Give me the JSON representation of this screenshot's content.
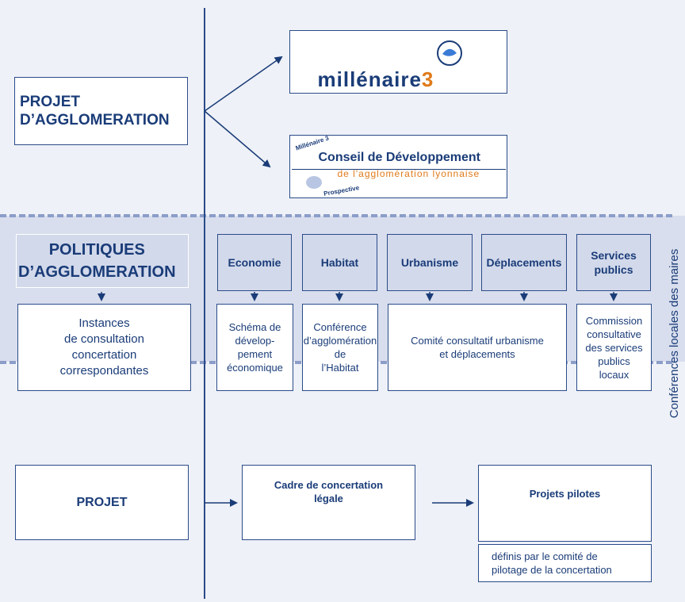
{
  "top": {
    "projet_agglo": "PROJET\nD’AGGLOMERATION",
    "logo1": {
      "prefix": "m",
      "text": "illénaire",
      "suffix": "3"
    },
    "logo2": {
      "title": "Conseil de Développement",
      "subtitle": "de l'agglomération lyonnaise",
      "arc_top": "Millénaire 3",
      "arc_bottom": "Prospective"
    }
  },
  "middle": {
    "politiques": "POLITIQUES\nD’AGGLOMERATION",
    "instances": "Instances\nde consultation\nconcertation\ncorrespondantes",
    "themes": [
      {
        "label": "Economie",
        "instance": "Schéma de\ndévelop-\npement\néconomique"
      },
      {
        "label": "Habitat",
        "instance": "Conférence\nd’agglomération de\nl’Habitat"
      },
      {
        "label": "Urbanisme",
        "instance": "Comité consultatif  urbanisme\net déplacements"
      },
      {
        "label": "Déplacements",
        "instance": ""
      },
      {
        "label": "Services\npublics",
        "instance": "Commission\nconsultative\ndes services\npublics\nlocaux"
      }
    ],
    "vertical_label": "Conférences locales  des maires"
  },
  "bottom": {
    "projet": "PROJET",
    "cadre": "Cadre de concertation\nlégale",
    "pilotes": "Projets pilotes",
    "pilotes_detail": "définis par le comité de\npilotage de la concertation"
  },
  "colors": {
    "navy": "#1a3c78",
    "line": "#2b4b8a",
    "band": "#d8deed",
    "light": "#eef1f7",
    "accent": "#e07a1a"
  }
}
